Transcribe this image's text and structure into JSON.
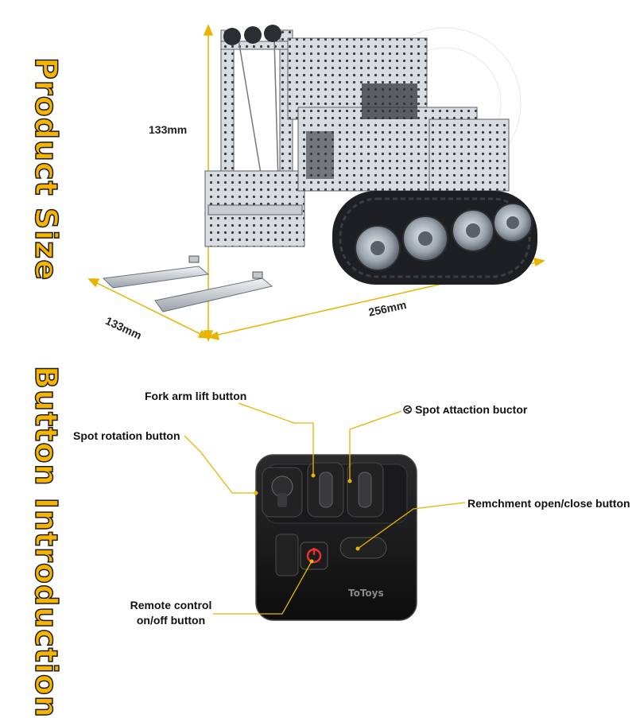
{
  "sections": {
    "product_size_title": "Product Size",
    "button_intro_title": "Button Introduction"
  },
  "dimensions": {
    "height": "133mm",
    "width": "133mm",
    "length": "256mm"
  },
  "buttons": {
    "fork_arm_lift": "Fork arm lift button",
    "spot_attachment": "Spot ᴀttaction buctor",
    "spot_rotation": "Spot rotation button",
    "attachment_open_close": "Remchment open/close button",
    "remote_power_line1": "Remote control",
    "remote_power_line2": "on/off button"
  },
  "remote": {
    "brand": "ToToys"
  },
  "colors": {
    "accent": "#f5b400",
    "callout_line": "#e8b400",
    "power_button": "#e8322b"
  }
}
